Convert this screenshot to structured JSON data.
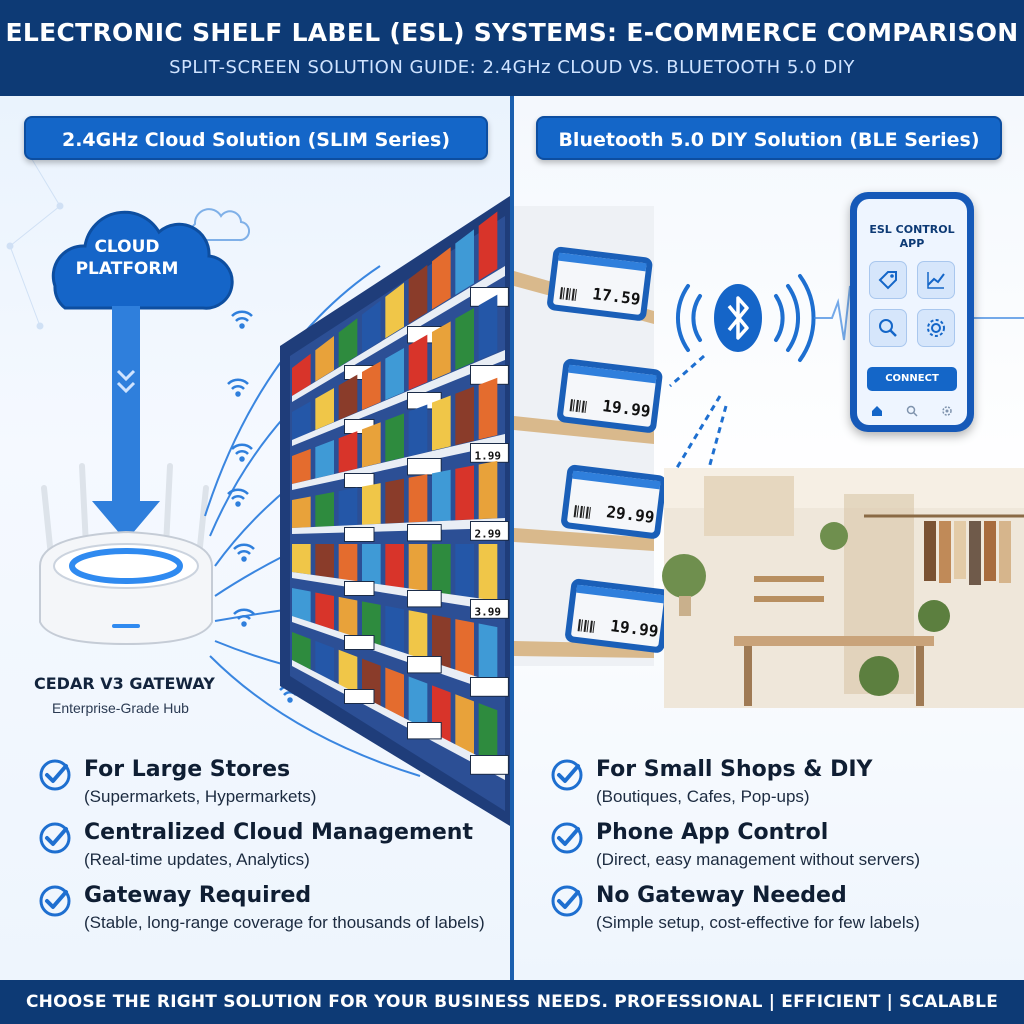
{
  "header": {
    "title": "ELECTRONIC SHELF LABEL (ESL) SYSTEMS: E-COMMERCE COMPARISON",
    "subtitle": "SPLIT-SCREEN SOLUTION GUIDE: 2.4GHz CLOUD VS. BLUETOOTH 5.0 DIY"
  },
  "left": {
    "heading": "2.4GHz Cloud Solution (SLIM Series)",
    "cloud_label": "CLOUD PLATFORM",
    "gateway_name": "CEDAR V3 GATEWAY",
    "gateway_desc": "Enterprise-Grade Hub",
    "shelf_prices": [
      "1.99",
      "2.99",
      "3.99"
    ],
    "features": [
      {
        "title": "For Large Stores",
        "desc": "(Supermarkets, Hypermarkets)"
      },
      {
        "title": "Centralized Cloud Management",
        "desc": "(Real-time updates, Analytics)"
      },
      {
        "title": "Gateway Required",
        "desc": "(Stable, long-range coverage for thousands of labels)"
      }
    ]
  },
  "right": {
    "heading": "Bluetooth 5.0 DIY Solution (BLE Series)",
    "labels": [
      {
        "price": "17.59"
      },
      {
        "price": "19.99"
      },
      {
        "price": "29.99"
      },
      {
        "price": "19.99"
      }
    ],
    "app": {
      "title": "ESL CONTROL APP",
      "tiles": [
        "tag-icon",
        "chart-icon",
        "search-icon",
        "gear-icon"
      ],
      "connect_label": "CONNECT",
      "nav": [
        "home-icon",
        "search-icon",
        "gear-icon"
      ]
    },
    "features": [
      {
        "title": "For Small Shops & DIY",
        "desc": "(Boutiques, Cafes, Pop-ups)"
      },
      {
        "title": "Phone App Control",
        "desc": "(Direct, easy management without servers)"
      },
      {
        "title": "No Gateway Needed",
        "desc": "(Simple setup, cost-effective for few labels)"
      }
    ]
  },
  "footer": {
    "text": "CHOOSE THE RIGHT SOLUTION FOR YOUR BUSINESS NEEDS. PROFESSIONAL | EFFICIENT | SCALABLE"
  },
  "colors": {
    "navy": "#0d3a75",
    "accent": "#1466c8",
    "check": "#1e6fd0"
  }
}
